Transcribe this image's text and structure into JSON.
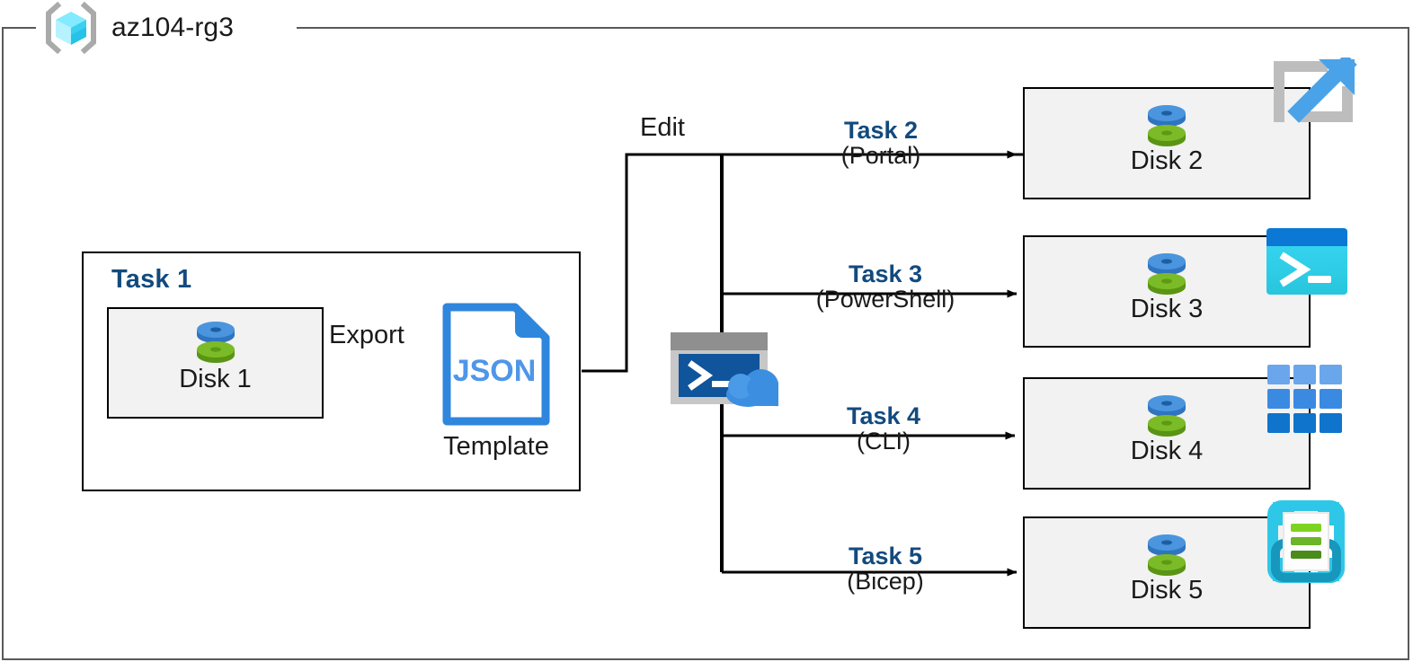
{
  "container": {
    "name": "az104-rg3",
    "icon": "resource-group-icon",
    "border_color": "#595959"
  },
  "colors": {
    "task_label": "#124a7e",
    "box_fill": "#f2f2f2",
    "box_border": "#000000",
    "disk_blue": "#3f8fd8",
    "disk_green": "#7ab51d",
    "json_blue": "#2f86dd",
    "portal_blue": "#4aa3e8",
    "portal_gray": "#bdbdbd",
    "powershell_header": "#0a78d4",
    "powershell_body": "#3ad0ee",
    "cli_blue": "#1b7fd6",
    "bicep_cyan": "#2fc7e8",
    "bicep_green": "#6cc030"
  },
  "task1": {
    "label": "Task 1",
    "disk": {
      "name": "Disk 1",
      "icon": "disk-icon"
    },
    "export_label": "Export",
    "template": {
      "file_type": "JSON",
      "label": "Template",
      "icon": "json-file-icon"
    }
  },
  "edit": {
    "label": "Edit"
  },
  "cloudshell": {
    "icon": "cloud-shell-icon"
  },
  "tasks": [
    {
      "id": "task2",
      "title": "Task 2",
      "method": "(Portal)",
      "disk": "Disk 2",
      "tech_icon": "azure-portal-icon"
    },
    {
      "id": "task3",
      "title": "Task 3",
      "method": "(PowerShell)",
      "disk": "Disk 3",
      "tech_icon": "powershell-icon"
    },
    {
      "id": "task4",
      "title": "Task 4",
      "method": "(CLI)",
      "disk": "Disk 4",
      "tech_icon": "azure-cli-icon"
    },
    {
      "id": "task5",
      "title": "Task 5",
      "method": "(Bicep)",
      "disk": "Disk 5",
      "tech_icon": "bicep-icon"
    }
  ]
}
